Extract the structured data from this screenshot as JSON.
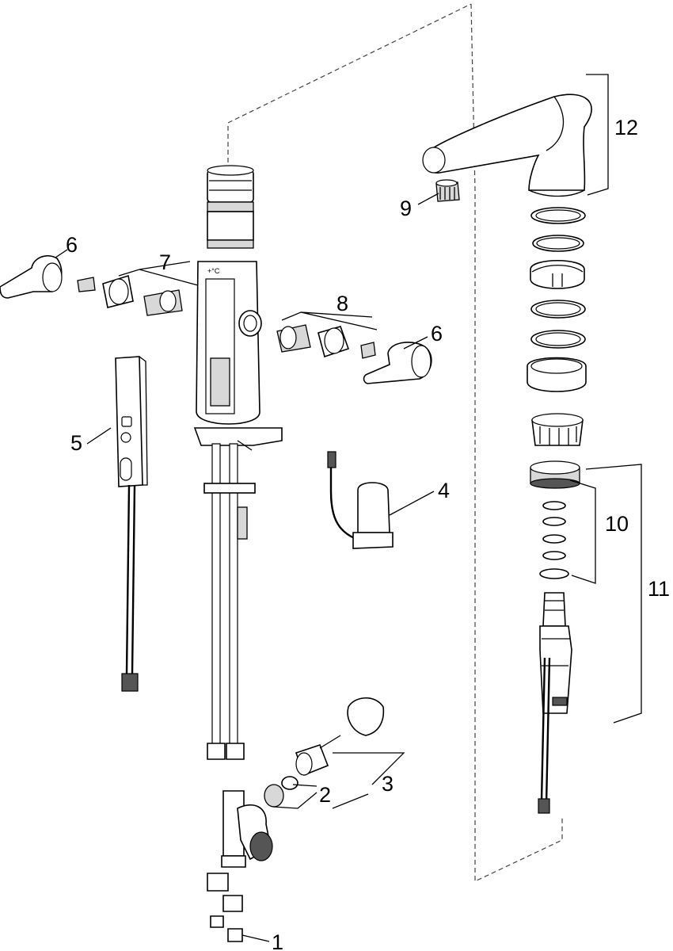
{
  "callouts": [
    {
      "id": "1",
      "text": "1"
    },
    {
      "id": "2",
      "text": "2"
    },
    {
      "id": "3",
      "text": "3"
    },
    {
      "id": "4",
      "text": "4"
    },
    {
      "id": "5",
      "text": "5"
    },
    {
      "id": "6a",
      "text": "6"
    },
    {
      "id": "6b",
      "text": "6"
    },
    {
      "id": "7",
      "text": "7"
    },
    {
      "id": "8",
      "text": "8"
    },
    {
      "id": "9",
      "text": "9"
    },
    {
      "id": "10",
      "text": "10"
    },
    {
      "id": "11",
      "text": "11"
    },
    {
      "id": "12",
      "text": "12"
    }
  ]
}
